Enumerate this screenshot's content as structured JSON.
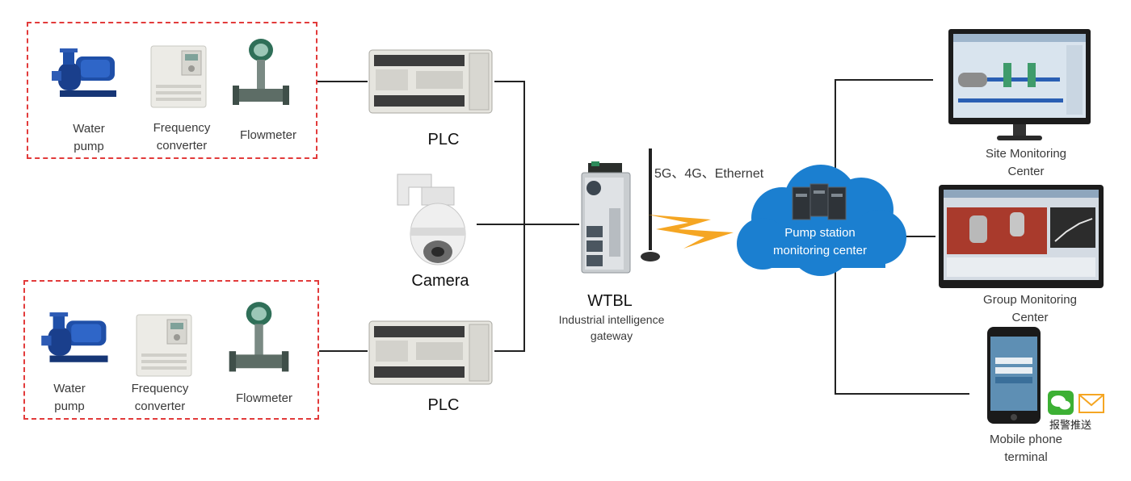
{
  "group_top": {
    "pump_label": "Water\npump",
    "converter_label": "Frequency\nconverter",
    "flowmeter_label": "Flowmeter"
  },
  "group_bottom": {
    "pump_label": "Water\npump",
    "converter_label": "Frequency\nconverter",
    "flowmeter_label": "Flowmeter"
  },
  "plc_top_label": "PLC",
  "plc_bottom_label": "PLC",
  "camera_label": "Camera",
  "gateway": {
    "name": "WTBL",
    "description": "Industrial intelligence\ngateway"
  },
  "link_label": "5G、4G、Ethernet",
  "cloud_label": "Pump station\nmonitoring center",
  "terminals": {
    "site": "Site Monitoring\nCenter",
    "group": "Group Monitoring\nCenter",
    "mobile": "Mobile phone\nterminal",
    "alarm_push": "报警推送"
  },
  "colors": {
    "dashed_border": "#e23b3b",
    "cloud_blue": "#1b7fd0",
    "lightning": "#f5a623",
    "line": "#222222"
  }
}
